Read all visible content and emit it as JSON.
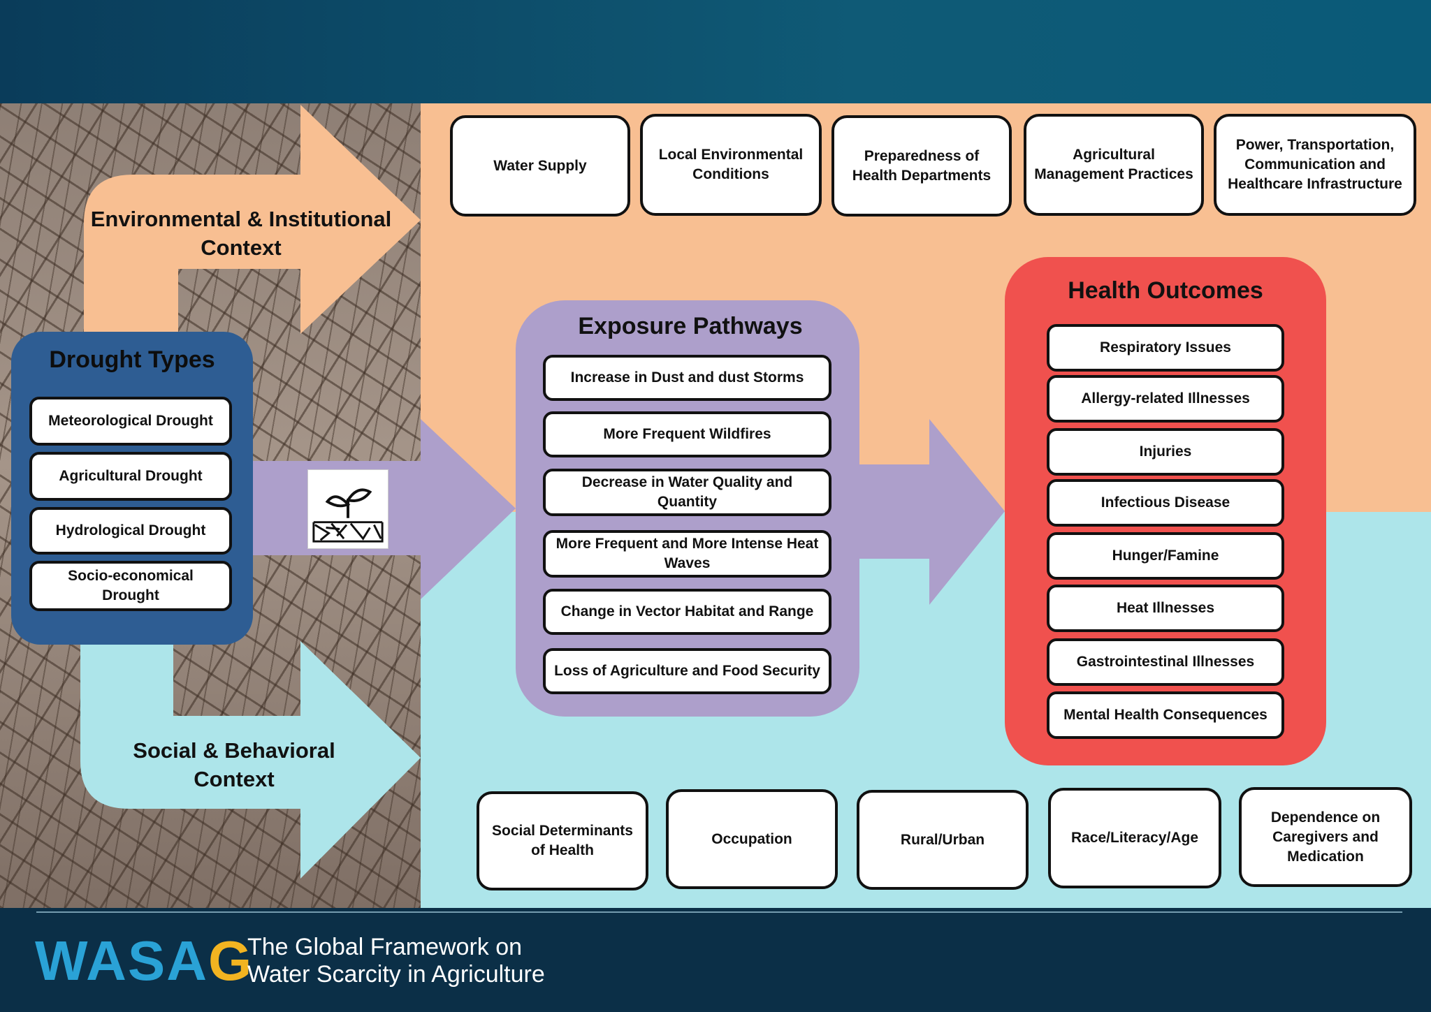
{
  "context_arrows": {
    "environmental": "Environmental & Institutional Context",
    "social": "Social & Behavioral Context"
  },
  "env_factors": [
    "Water Supply",
    "Local Environmental Conditions",
    "Preparedness of Health Departments",
    "Agricultural Management Practices",
    "Power, Transportation, Communication and Healthcare Infrastructure"
  ],
  "social_factors": [
    "Social Determinants of Health",
    "Occupation",
    "Rural/Urban",
    "Race/Literacy/Age",
    "Dependence on Caregivers and Medication"
  ],
  "drought_types": {
    "title": "Drought Types",
    "items": [
      "Meteorological Drought",
      "Agricultural Drought",
      "Hydrological Drought",
      "Socio-economical Drought"
    ]
  },
  "exposure_pathways": {
    "title": "Exposure Pathways",
    "items": [
      "Increase in Dust and dust Storms",
      "More Frequent Wildfires",
      "Decrease in Water Quality and Quantity",
      "More Frequent and More Intense Heat Waves",
      "Change in Vector Habitat and Range",
      "Loss of Agriculture and Food Security"
    ]
  },
  "health_outcomes": {
    "title": "Health Outcomes",
    "items": [
      "Respiratory Issues",
      "Allergy-related Illnesses",
      "Injuries",
      "Infectious Disease",
      "Hunger/Famine",
      "Heat Illnesses",
      "Gastrointestinal Illnesses",
      "Mental Health Consequences"
    ]
  },
  "footer": {
    "logo_blue": "WASA",
    "logo_gold": "G",
    "tagline_line1": "The Global Framework on",
    "tagline_line2": "Water Scarcity in Agriculture"
  },
  "colors": {
    "orange_context": "#f8bf92",
    "cyan_context": "#ade5ea",
    "drought_panel": "#2e5d93",
    "exposure_panel": "#ad9fcb",
    "health_panel": "#f0514e"
  },
  "icons": [
    "plant-soil-icon"
  ]
}
